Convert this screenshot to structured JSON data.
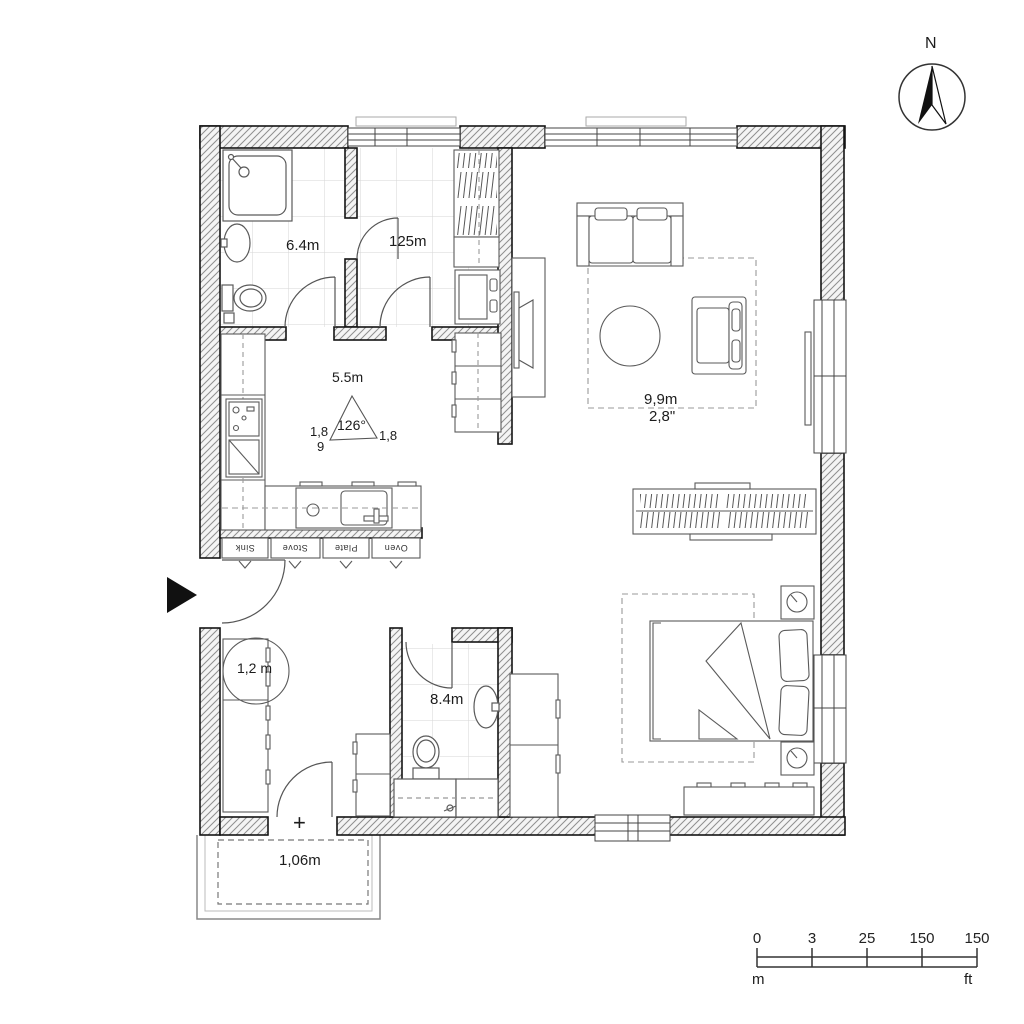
{
  "labels": {
    "bath1_area": "6.4m",
    "utility_area": "125m",
    "tri_top": "5.5m",
    "tri_angle": "126°",
    "tri_left": "1,8",
    "tri_left2": "9",
    "tri_right": "1,8",
    "living_dim1": "9,9m",
    "living_dim2": "2,8\"",
    "bath2_area": "8.4m",
    "hall_radius": "1,2 m",
    "balcony_plus": "+",
    "balcony_width": "1,06m"
  },
  "kitchen": {
    "cabinet_labels": [
      "Sink",
      "Stove",
      "Plate",
      "Oven"
    ]
  },
  "compass": {
    "label": "N"
  },
  "scale": {
    "ticks": [
      "0",
      "3",
      "25",
      "150",
      "150"
    ],
    "unit_left": "m",
    "unit_right": "ft"
  },
  "colors": {
    "wall_line": "#141414",
    "hatch": "#8f8f8f",
    "furniture": "#5a5a5a",
    "tile": "#d6d6d6",
    "text": "#1c1c1c"
  }
}
